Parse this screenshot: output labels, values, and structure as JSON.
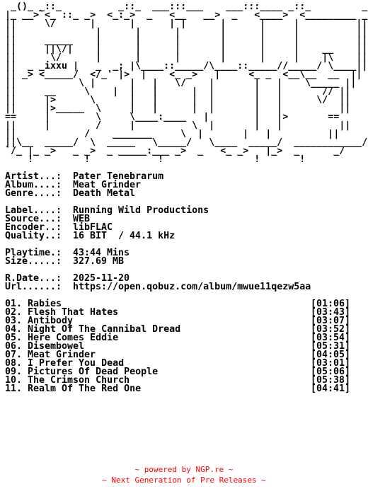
{
  "logo_art": [
    " _()_ _::_          _::_  ___:::___    ___:::____ _::_         _()_",
    "|_ __>`<_ ::_ _>  <_:_>  _   <__   __>  _   <____>  <_________ _|",
    "||     \\/      |      |      | |      |      |     |          ||",
    "||              |      |      |       |      |     |          ||",
    "||     _____    |      |      |       |      |     |          ||",
    "||     ||\\/|    |      |      |       |      |     |    __    ||",
    "||      \\/      |      |      |       |      |     |    |\\    ||",
    "||  _ _ixxu |   _  _; |\\____::_____/\\____::_____//_____/ \\____||",
    "|| _> <_____/  </_' |>  |    <_ _>   |     <_ _  <__\\__  __  ||",
    "||           \\ |      |   |   \\/    |       |   |    \\_____ ||",
    "||     __     \\    |  |   |      |  |       |   |       // ||",
    "||     |>      \\      |   |      |  |       |   |      \\/  ||",
    "||     |>_____  \\     |   |      |  |       |   |          ||",
    "==     |        \\     \\____:____   |        |   |>       ==",
    "||     |        /     |          \\  |       |   |          ||",
    "||            /    _______     \\  |       |   |          ||",
    "||\\__  _____/  \\  _____   \\_____/   \\____  _____/  ____________/||",
    "`/_ |_ _>   _ _>  _ _____:___ _>  _   <_ _>   |_>  _      _/",
    "    !         !            !                !       !"
  ],
  "release_info": {
    "artist": {
      "label": "Artist...:",
      "value": "Pater Tenebrarum"
    },
    "album": {
      "label": "Album....:",
      "value": "Meat Grinder"
    },
    "genre": {
      "label": "Genre....:",
      "value": "Death Metal"
    },
    "label": {
      "label": "Label....:",
      "value": "Running Wild Productions"
    },
    "source": {
      "label": "Source...:",
      "value": "WEB"
    },
    "encoder": {
      "label": "Encoder..:",
      "value": "libFLAC"
    },
    "quality": {
      "label": "Quality..:",
      "value": "16 BIT  / 44.1 kHz"
    },
    "playtime": {
      "label": "Playtime.:",
      "value": "43:44 Mins"
    },
    "size": {
      "label": "Size.....:",
      "value": "327.69 MB"
    },
    "rdate": {
      "label": "R.Date...:",
      "value": "2025-11-20"
    },
    "url": {
      "label": "Url......:",
      "value": "https://open.qobuz.com/album/mwue11qezw5aa"
    }
  },
  "tracks": [
    {
      "num": "01.",
      "title": "Rabies",
      "duration": "[01:06]"
    },
    {
      "num": "02.",
      "title": "Flesh That Hates",
      "duration": "[03:43]"
    },
    {
      "num": "03.",
      "title": "Antibody",
      "duration": "[03:07]"
    },
    {
      "num": "04.",
      "title": "Night Of The Cannibal Dread",
      "duration": "[03:52]"
    },
    {
      "num": "05.",
      "title": "Here Comes Eddie",
      "duration": "[03:54]"
    },
    {
      "num": "06.",
      "title": "Disembowel",
      "duration": "[05:31]"
    },
    {
      "num": "07.",
      "title": "Meat Grinder",
      "duration": "[04:05]"
    },
    {
      "num": "08.",
      "title": "I Prefer You Dead",
      "duration": "[03:01]"
    },
    {
      "num": "09.",
      "title": "Pictures Of Dead People",
      "duration": "[05:06]"
    },
    {
      "num": "10.",
      "title": "The Crimson Church",
      "duration": "[05:38]"
    },
    {
      "num": "11.",
      "title": "Realm Of The Red One",
      "duration": "[04:41]"
    }
  ],
  "footer": {
    "line1": "~ powered by NGP.re ~",
    "line2": "~ Next Generation of Pre Releases ~"
  },
  "colors": {
    "text": "#000000",
    "footer": "#ff0000",
    "background": "#ffffff"
  }
}
